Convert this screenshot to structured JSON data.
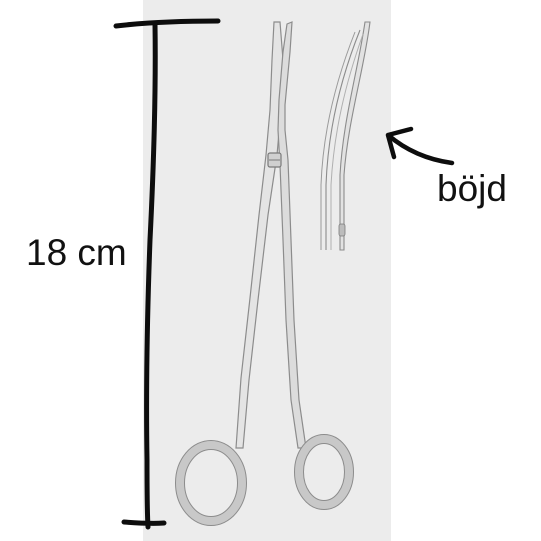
{
  "annotations": {
    "length_label": "18 cm",
    "curved_label": "böjd"
  },
  "colors": {
    "background": "#ffffff",
    "photo_panel": "#ececec",
    "ink": "#111111",
    "steel_fill": "#e4e4e4",
    "steel_edge": "#8c8c8c"
  },
  "icons": {
    "arrow": "curved-arrow-icon",
    "instrument": "metzenbaum-scissors",
    "detail": "curved-tip-detail"
  }
}
